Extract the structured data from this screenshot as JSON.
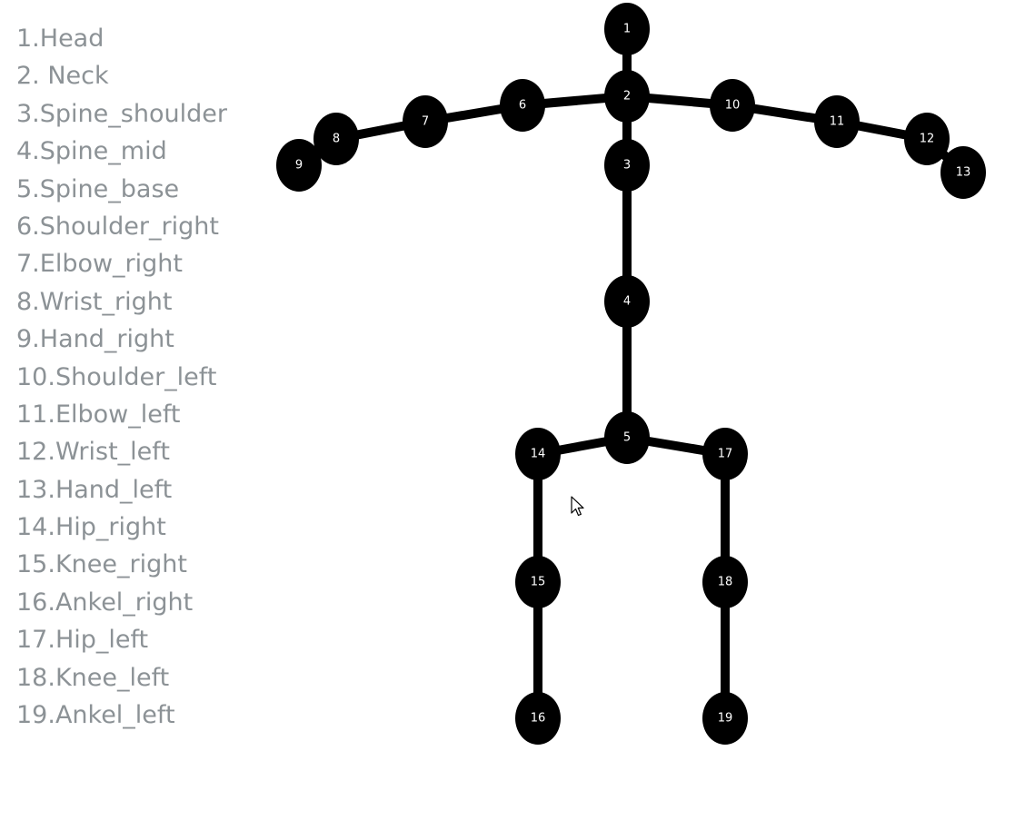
{
  "legend": [
    "1.Head",
    "2. Neck",
    "3.Spine_shoulder",
    "4.Spine_mid",
    "5.Spine_base",
    "6.Shoulder_right",
    "7.Elbow_right",
    "8.Wrist_right",
    "9.Hand_right",
    "10.Shoulder_left",
    "11.Elbow_left",
    "12.Wrist_left",
    "13.Hand_left",
    "14.Hip_right",
    "15.Knee_right",
    "16.Ankel_right",
    "17.Hip_left",
    "18.Knee_left",
    "19.Ankel_left"
  ],
  "joints": [
    "1",
    "2",
    "3",
    "4",
    "5",
    "6",
    "7",
    "8",
    "9",
    "10",
    "11",
    "12",
    "13",
    "14",
    "15",
    "16",
    "17",
    "18",
    "19"
  ],
  "bones": [
    [
      "1",
      "2"
    ],
    [
      "2",
      "3"
    ],
    [
      "3",
      "4"
    ],
    [
      "4",
      "5"
    ],
    [
      "2",
      "6"
    ],
    [
      "6",
      "7"
    ],
    [
      "7",
      "8"
    ],
    [
      "8",
      "9"
    ],
    [
      "2",
      "10"
    ],
    [
      "10",
      "11"
    ],
    [
      "11",
      "12"
    ],
    [
      "12",
      "13"
    ],
    [
      "5",
      "14"
    ],
    [
      "14",
      "15"
    ],
    [
      "15",
      "16"
    ],
    [
      "5",
      "17"
    ],
    [
      "17",
      "18"
    ],
    [
      "18",
      "19"
    ]
  ],
  "colors": {
    "legend_text": "#8c9296",
    "joint_fill": "#000000",
    "joint_label": "#ffffff",
    "bone": "#000000"
  },
  "cursor_icon": "arrow-cursor-icon"
}
